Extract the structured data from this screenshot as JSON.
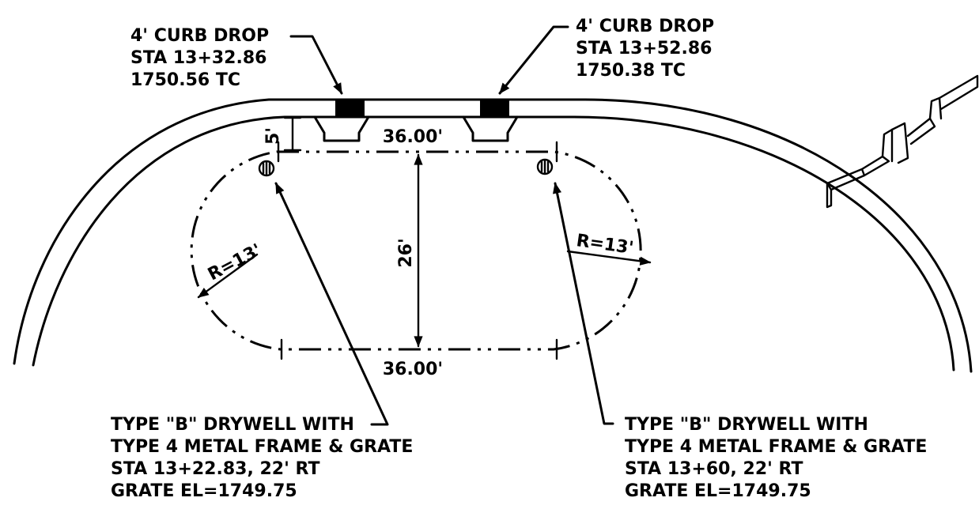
{
  "callouts": {
    "curb_drop_left": {
      "line1": "4' CURB DROP",
      "line2": "STA 13+32.86",
      "line3": "1750.56 TC"
    },
    "curb_drop_right": {
      "line1": "4' CURB DROP",
      "line2": "STA 13+52.86",
      "line3": "1750.38 TC"
    },
    "drywell_left": {
      "line1": "TYPE \"B\" DRYWELL WITH",
      "line2": "TYPE 4 METAL FRAME & GRATE",
      "line3": "STA 13+22.83, 22' RT",
      "line4": "GRATE EL=1749.75"
    },
    "drywell_right": {
      "line1": "TYPE \"B\" DRYWELL WITH",
      "line2": "TYPE 4 METAL FRAME & GRATE",
      "line3": "STA 13+60, 22' RT",
      "line4": "GRATE EL=1749.75"
    }
  },
  "dimensions": {
    "top_length": "36.00'",
    "bottom_length": "36.00'",
    "width": "26'",
    "offset": "5'",
    "radius_left": "R=13'",
    "radius_right": "R=13'"
  }
}
